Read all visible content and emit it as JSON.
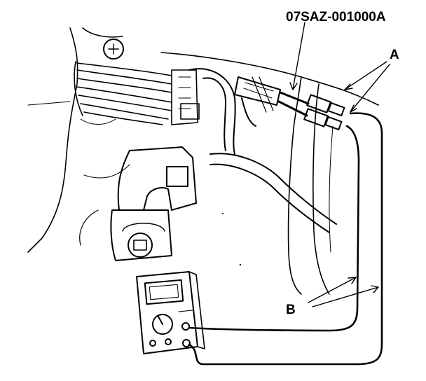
{
  "labels": {
    "tool_code": "07SAZ-001000A",
    "callout_a": "A",
    "callout_b": "B"
  },
  "colors": {
    "ink": "#000000",
    "paper": "#ffffff"
  },
  "icons": {
    "meter": "digital-multimeter-icon",
    "harness": "wire-harness-illustration",
    "probe": "test-probe-icon"
  }
}
